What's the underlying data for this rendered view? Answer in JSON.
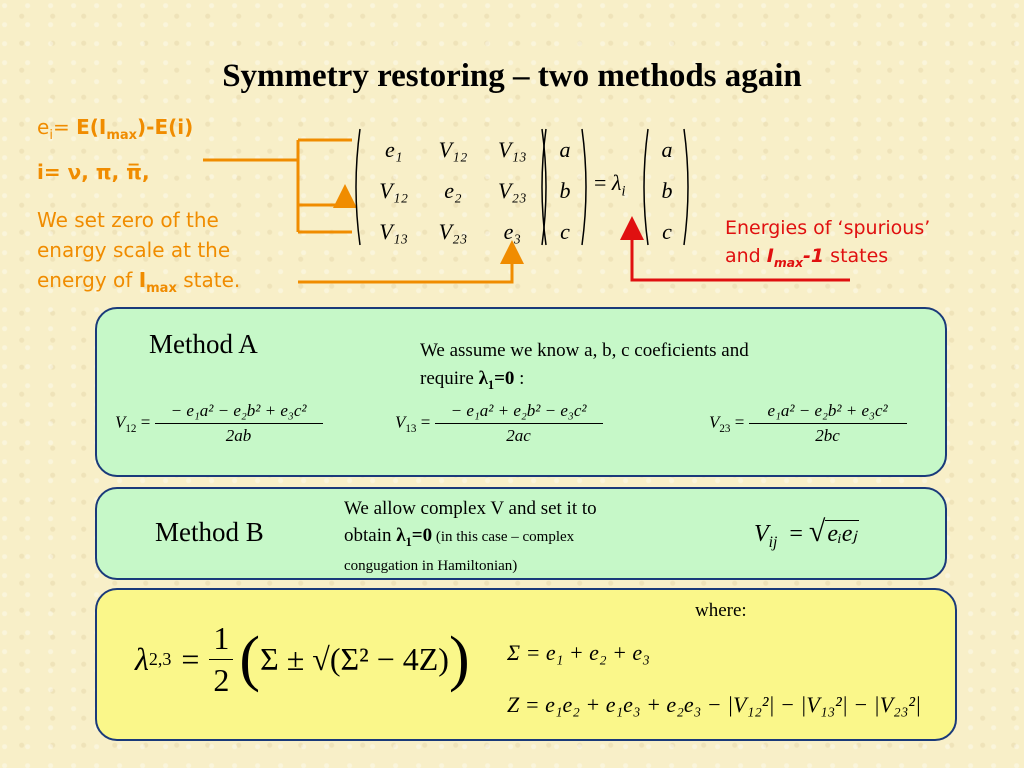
{
  "title": "Symmetry restoring – two methods again",
  "left_text": {
    "line1_e": "e",
    "line1_i": "i",
    "line1_eq": "= ",
    "line1_E": "E(I",
    "line1_max": "max",
    "line1_rest": ")-E(i)",
    "line2": "i= ν, π, π̅,",
    "para": [
      "We set zero of the",
      "enargy scale at the",
      "energy of "
    ],
    "para_I": "I",
    "para_max": "max",
    "para_tail": " state."
  },
  "spurious": {
    "line1": "Energies of ‘spurious’",
    "line2_pre": "and ",
    "I": "I",
    "max": "max",
    "minus1": "-1",
    "line2_post": " states"
  },
  "matrix": {
    "rows": [
      [
        "e₁",
        "V₁₂",
        "V₁₃"
      ],
      [
        "V₁₂",
        "e₂",
        "V₂₃"
      ],
      [
        "V₁₃",
        "V₂₃",
        "e₃"
      ]
    ],
    "vector": [
      "a",
      "b",
      "c"
    ],
    "eq": "=",
    "lambda": "λ",
    "lambda_sub": "i"
  },
  "methodA": {
    "label": "Method A",
    "desc1": "We assume we know a, b, c coeficients and",
    "desc2_pre": "require ",
    "desc2_bold": "λ",
    "desc2_sub": "1",
    "desc2_eq": "=0",
    "desc2_post": " :",
    "formulas": [
      {
        "lhs": "V",
        "lhs_sub": "12",
        "num": "− e₁a² − e₂b² + e₃c²",
        "den": "2ab"
      },
      {
        "lhs": "V",
        "lhs_sub": "13",
        "num": "− e₁a² + e₂b² − e₃c²",
        "den": "2ac"
      },
      {
        "lhs": "V",
        "lhs_sub": "23",
        "num": "e₁a² − e₂b² + e₃c²",
        "den": "2bc"
      }
    ]
  },
  "methodB": {
    "label": "Method B",
    "desc1": "We allow complex V and set it to",
    "desc2_pre": "obtain ",
    "desc2_bold": "λ",
    "desc2_sub": "1",
    "desc2_eq": "=0",
    "desc2_small": " (in this case – complex",
    "desc3": "congugation in Hamiltonian)",
    "formula_lhs": "V",
    "formula_sub": "ij",
    "formula_eq": "=",
    "formula_rad": "eᵢeⱼ"
  },
  "solution": {
    "where": "where:",
    "lambda": "λ",
    "lambda_sub": "2,3",
    "eq": "=",
    "half_num": "1",
    "half_den": "2",
    "inner": "Σ ± √(Σ² − 4Z)",
    "sigma_def": "Σ = e₁ + e₂ + e₃",
    "z_def": "Z = e₁e₂ + e₁e₃ + e₂e₃ − |V₁₂²| − |V₁₃²| − |V₂₃²|"
  },
  "colors": {
    "orange": "#f08c00",
    "red": "#e01010",
    "green_box": "#c6f8c8",
    "yellow_box": "#faf78a",
    "border": "#1a3a7a"
  }
}
